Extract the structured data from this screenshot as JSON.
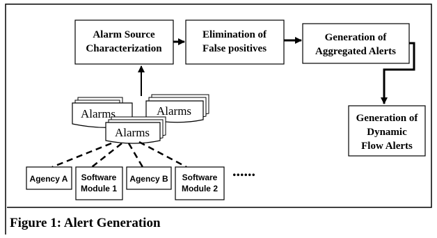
{
  "boxes": {
    "characterization": [
      "Alarm Source",
      "Characterization"
    ],
    "elimination": [
      "Elimination of",
      "False positives"
    ],
    "aggregated": [
      "Generation of",
      "Aggregated Alerts"
    ],
    "dynamic": [
      "Generation of",
      "Dynamic",
      "Flow Alerts"
    ]
  },
  "alarms": {
    "left": "Alarms",
    "right": "Alarms",
    "front": "Alarms"
  },
  "sources": {
    "agency_a": "Agency A",
    "module_1": [
      "Software",
      "Module 1"
    ],
    "agency_b": "Agency B",
    "module_2": [
      "Software",
      "Module 2"
    ],
    "ellipsis": "......"
  },
  "caption": "Figure 1: Alert Generation"
}
